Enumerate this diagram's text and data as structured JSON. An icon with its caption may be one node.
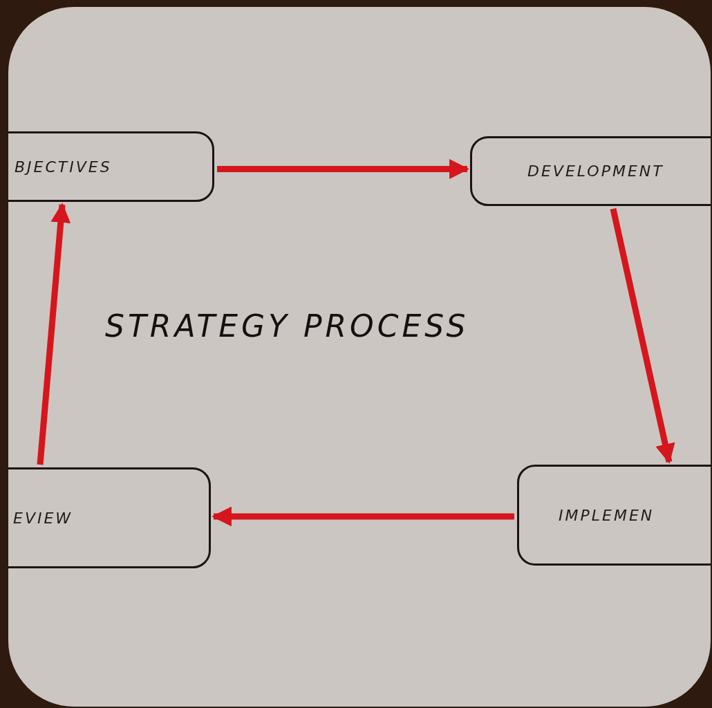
{
  "diagram": {
    "title": "STRATEGY PROCESS",
    "nodes": [
      {
        "text": [
          "BJECTIVES"
        ]
      },
      {
        "text": [
          "DEVELOPMENT"
        ]
      },
      {
        "text": [
          "IMPLEMEN"
        ]
      },
      {
        "text": [
          "EVIEW"
        ]
      }
    ],
    "edges": [
      {
        "from": 0,
        "to": 1,
        "arrow": "to",
        "color": "#d5161c"
      },
      {
        "from": 1,
        "to": 2,
        "arrow": "to",
        "color": "#d5161c"
      },
      {
        "from": 2,
        "to": 3,
        "arrow": "to",
        "color": "#d5161c"
      },
      {
        "from": 3,
        "to": 0,
        "arrow": "to",
        "color": "#d5161c"
      }
    ]
  }
}
